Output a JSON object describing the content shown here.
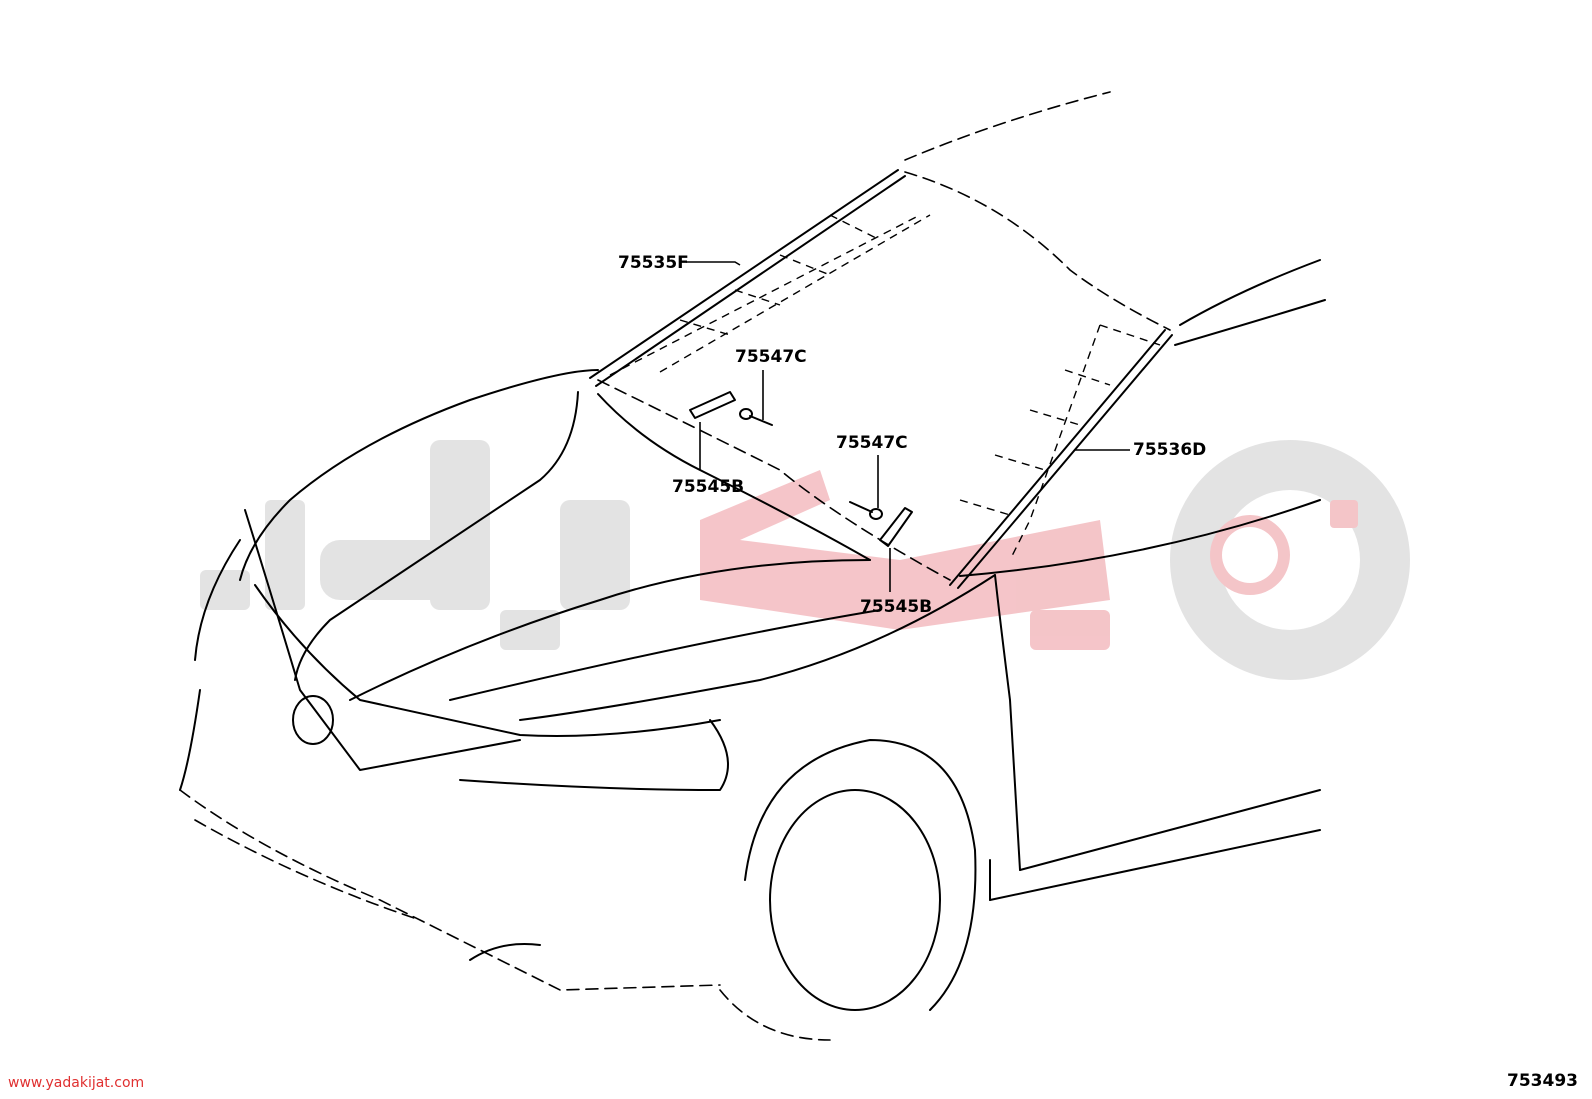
{
  "diagram": {
    "part_labels": [
      {
        "id": "p1",
        "text": "75535F"
      },
      {
        "id": "p2",
        "text": "75547C"
      },
      {
        "id": "p3",
        "text": "75545B"
      },
      {
        "id": "p4",
        "text": "75547C"
      },
      {
        "id": "p5",
        "text": "75545B"
      },
      {
        "id": "p6",
        "text": "75536D"
      }
    ],
    "reference_number": "753493"
  },
  "footer": {
    "website": "www.yadakijat.com"
  },
  "watermark": {
    "brand_color": "#e8394a"
  }
}
